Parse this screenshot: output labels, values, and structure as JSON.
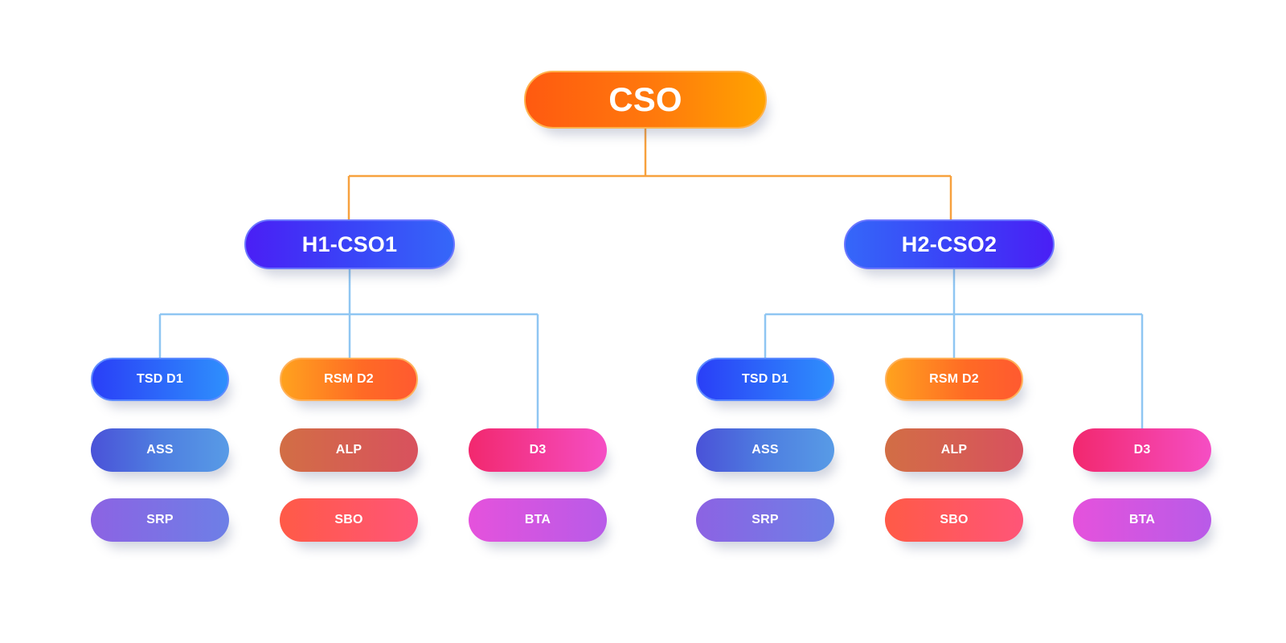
{
  "colors": {
    "root_connector": "#f7a13e",
    "branch_connector": "#8fc6f2"
  },
  "root": {
    "label": "CSO"
  },
  "heads": [
    {
      "label": "H1-CSO1",
      "columns": [
        [
          "TSD D1",
          "ASS",
          "SRP"
        ],
        [
          "RSM D2",
          "ALP",
          "SBO"
        ],
        [
          "D3",
          "BTA"
        ]
      ]
    },
    {
      "label": "H2-CSO2",
      "columns": [
        [
          "TSD D1",
          "ASS",
          "SRP"
        ],
        [
          "RSM D2",
          "ALP",
          "SBO"
        ],
        [
          "D3",
          "BTA"
        ]
      ]
    }
  ]
}
